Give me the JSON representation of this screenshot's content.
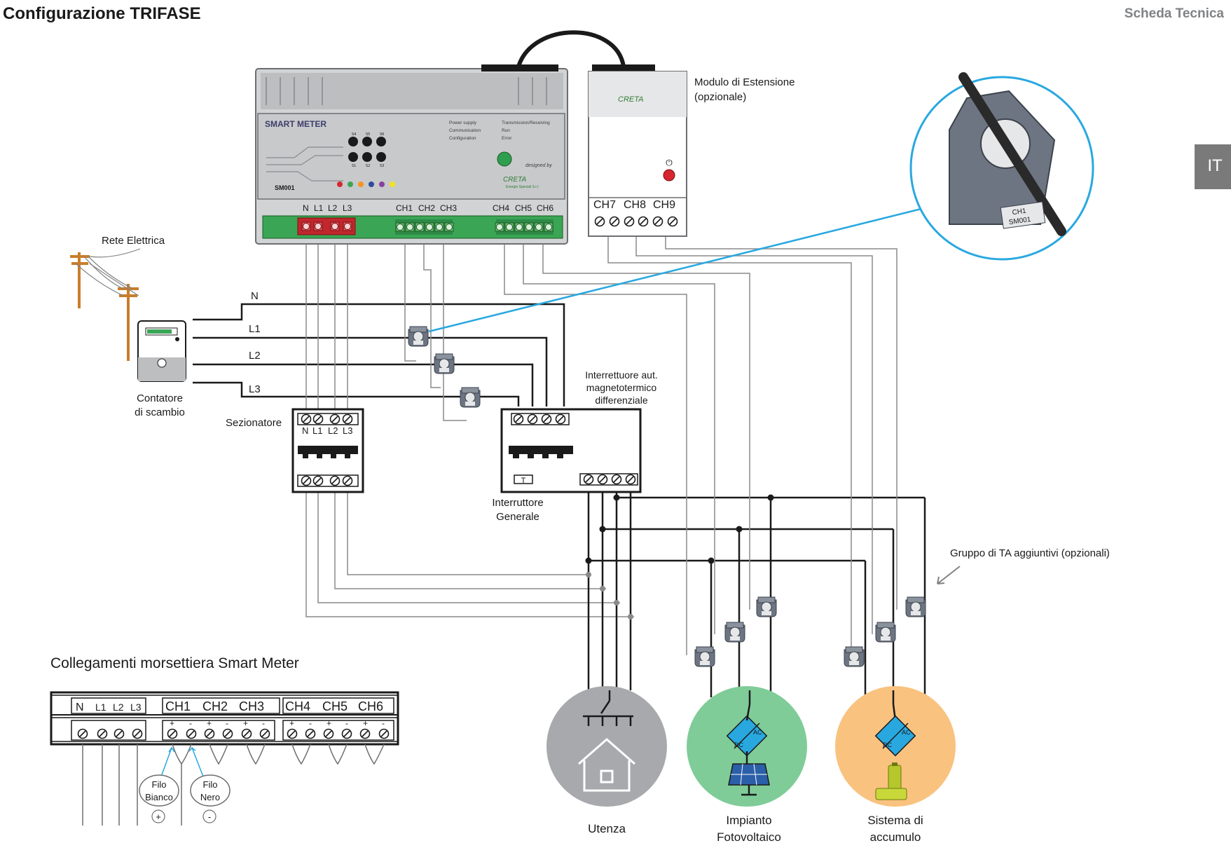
{
  "header": {
    "title": "Configurazione TRIFASE",
    "doc_type": "Scheda Tecnica",
    "language_tab": "IT"
  },
  "smart_meter": {
    "brand": "SMART METER",
    "model": "SM001",
    "designed_by": "designed by",
    "logo_text": "CRETA",
    "logo_sub": "Energie Speciali S.r.l.",
    "leds": [
      "Power supply",
      "Communication",
      "Configuration",
      "Transmission/Receiving",
      "Run",
      "Error"
    ],
    "switch_labels": [
      "S4",
      "S5",
      "S6",
      "S1",
      "S2",
      "S3"
    ],
    "terminals_left": [
      "N",
      "L1",
      "L2",
      "L3"
    ],
    "ct_channels_a": [
      "CH1",
      "CH2",
      "CH3"
    ],
    "ct_channels_b": [
      "CH4",
      "CH5",
      "CH6"
    ]
  },
  "extension_module": {
    "title_line1": "Modulo di Estensione",
    "title_line2": "(opzionale)",
    "channels": [
      "CH7",
      "CH8",
      "CH9"
    ]
  },
  "ct_zoom": {
    "tag_line1": "CH1",
    "tag_line2": "SM001"
  },
  "grid": {
    "rete": "Rete Elettrica",
    "contatore_line1": "Contatore",
    "contatore_line2": "di scambio",
    "lines": [
      "N",
      "L1",
      "L2",
      "L3"
    ]
  },
  "sezionatore": {
    "label": "Sezionatore",
    "terminals": [
      "N",
      "L1",
      "L2",
      "L3"
    ]
  },
  "interruttore": {
    "title_line1": "Interrettuore aut.",
    "title_line2": "magnetotermico",
    "title_line3": "differenziale",
    "general_line1": "Interruttore",
    "general_line2": "Generale",
    "test_label": "T"
  },
  "optional_cts": {
    "label": "Gruppo di TA aggiuntivi (opzionali)"
  },
  "loads": [
    {
      "name_line1": "Utenza",
      "name_line2": "",
      "color": "#a7a9ac"
    },
    {
      "name_line1": "Impianto",
      "name_line2": "Fotovoltaico",
      "color": "#7fcc98",
      "ac": "AC",
      "dc": "DC"
    },
    {
      "name_line1": "Sistema di",
      "name_line2": "accumulo",
      "color": "#f9c27f",
      "ac": "AC",
      "dc": "DC"
    }
  ],
  "terminal_block": {
    "title": "Collegamenti morsettiera Smart Meter",
    "heads_power": [
      "N",
      "L1",
      "L2",
      "L3"
    ],
    "heads_ct": [
      "CH1",
      "CH2",
      "CH3",
      "CH4",
      "CH5",
      "CH6"
    ],
    "polarity_plus": "+",
    "polarity_minus": "-",
    "filo_bianco_line1": "Filo",
    "filo_bianco_line2": "Bianco",
    "filo_nero_line1": "Filo",
    "filo_nero_line2": "Nero"
  },
  "colors": {
    "meter_body": "#d1d3d4",
    "meter_face": "#bcbec0",
    "terminal_green": "#3aa655",
    "terminal_red": "#c1272d",
    "pointer_blue": "#29a8e0",
    "ct_grey": "#6d7582",
    "lang_tab": "#7a7a7a"
  }
}
